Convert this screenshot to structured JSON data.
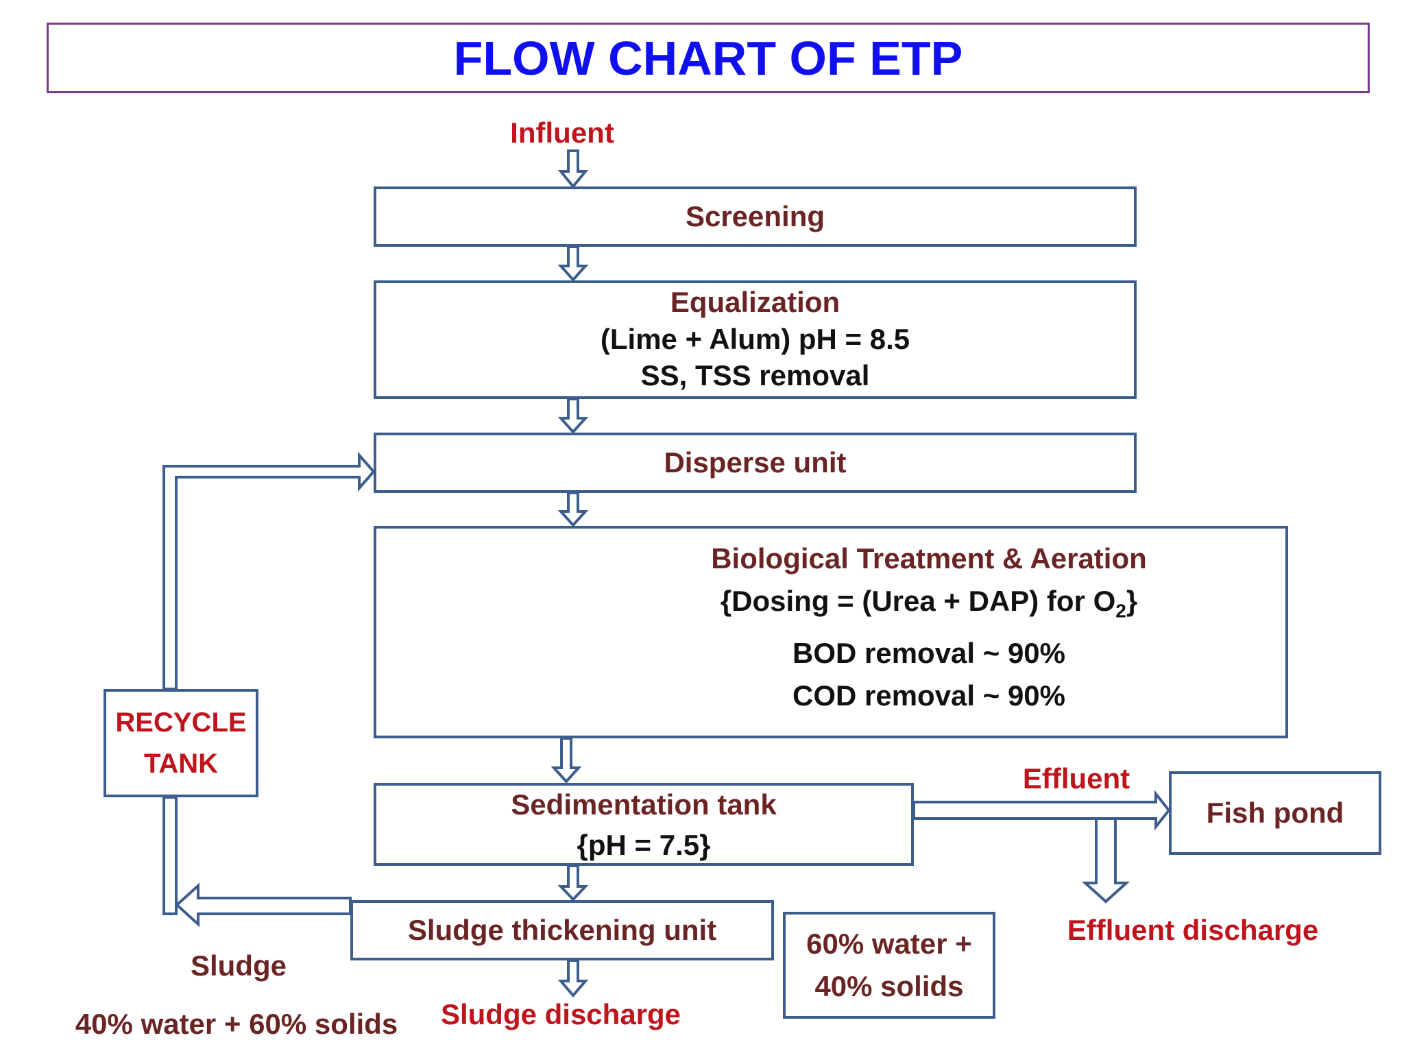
{
  "title": "FLOW CHART OF ETP",
  "influent": "Influent",
  "screening": "Screening",
  "equalization": {
    "title": "Equalization",
    "line1": "(Lime + Alum) pH  = 8.5",
    "line2": "SS, TSS removal"
  },
  "disperse": "Disperse unit",
  "biological": {
    "title": "Biological Treatment  & Aeration",
    "dosing_pre": "{Dosing = (Urea + DAP) for O",
    "dosing_sub": "2",
    "dosing_post": "}",
    "bod": "BOD removal ~ 90%",
    "cod": "COD removal ~ 90%"
  },
  "sedimentation": {
    "title": "Sedimentation tank",
    "ph": "{pH  = 7.5}"
  },
  "effluent": "Effluent",
  "fish_pond": "Fish pond",
  "effluent_discharge": "Effluent discharge",
  "thickening": "Sludge thickening unit",
  "water_solids_box": {
    "line1": "60% water +",
    "line2": "40% solids"
  },
  "recycle": {
    "line1": "RECYCLE",
    "line2": "TANK"
  },
  "sludge": "Sludge",
  "sludge_ratio": "40% water + 60% solids",
  "sludge_discharge": "Sludge discharge",
  "colors": {
    "title": "#1010ee",
    "box_border": "#3d5d8c",
    "label_maroon": "#6b2424",
    "label_red": "#c0141c"
  }
}
